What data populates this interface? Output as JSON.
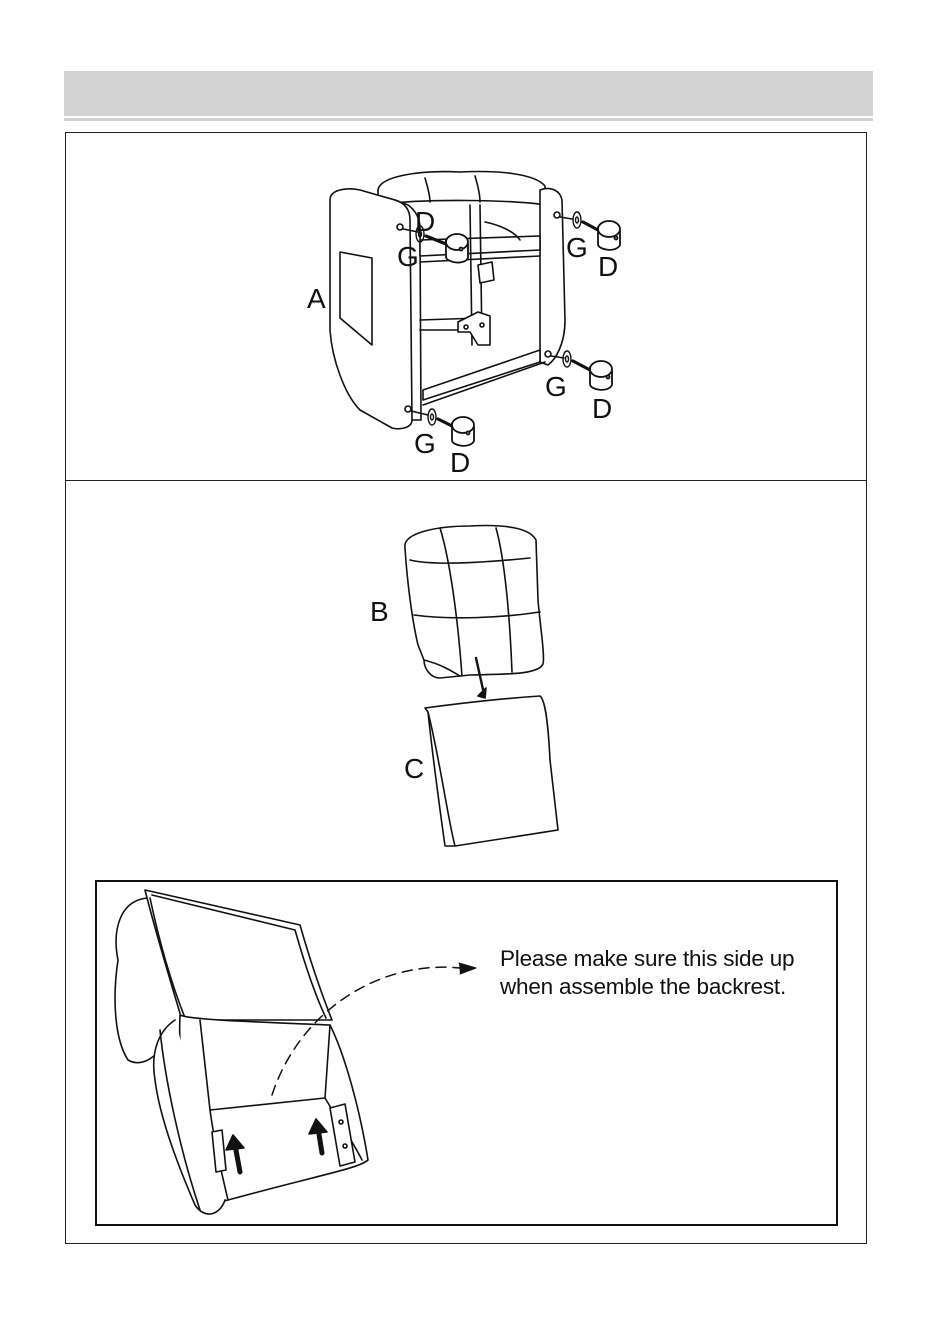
{
  "header": {
    "title": ""
  },
  "step1": {
    "label_a": "A",
    "label_d": "D",
    "label_g": "G"
  },
  "step2": {
    "label_b": "B",
    "label_c": "C"
  },
  "note": {
    "line1": "Please make sure this side up",
    "line2": "when assemble the backrest."
  },
  "colors": {
    "header_band": "#d2d2d2",
    "ink": "#111111",
    "paper": "#ffffff"
  }
}
